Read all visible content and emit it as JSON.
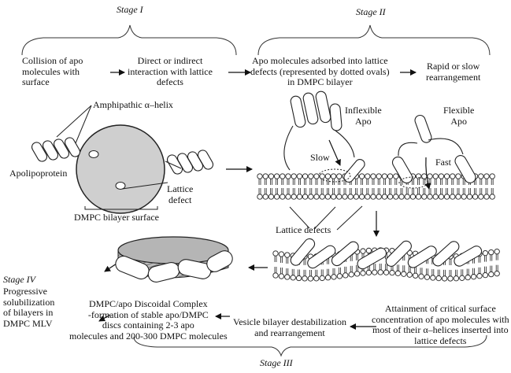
{
  "stages": {
    "stage1": "Stage I",
    "stage2": "Stage II",
    "stage3": "Stage III",
    "stage4": "Stage IV"
  },
  "flow": {
    "collision": [
      "Collision of apo",
      "molecules  with",
      "surface"
    ],
    "interaction": [
      "Direct or indirect",
      "interaction with lattice",
      "defects"
    ],
    "adsorbed": [
      "Apo molecules adsorbed into lattice",
      "defects (represented by dotted ovals)",
      "in DMPC bilayer"
    ],
    "rearrangement": [
      "Rapid or slow",
      "rearrangement"
    ]
  },
  "labels": {
    "amphipathic": "Amphipathic α–helix",
    "apolipoprotein": "Apolipoprotein",
    "lattice_defect": [
      "Lattice",
      "defect"
    ],
    "dmpc_surface": "DMPC  bilayer surface",
    "inflexible": [
      "Inflexible",
      "Apo"
    ],
    "flexible": [
      "Flexible",
      "Apo"
    ],
    "slow": "Slow",
    "fast": "Fast",
    "lattice_defects": "Lattice defects"
  },
  "stage3_text": {
    "critical": [
      "Attainment of critical surface",
      "concentration of apo molecules with",
      "most of their α–helices inserted into",
      "lattice defects"
    ],
    "destabilization": [
      "Vesicle bilayer destabilization",
      "and rearrangement"
    ],
    "discoidal": [
      "DMPC/apo Discoidal Complex",
      "-formation of stable apo/DMPC",
      "discs containing 2-3 apo",
      "molecules and 200-300 DMPC molecules"
    ]
  },
  "stage4_text": [
    "Progressive",
    "solubilization",
    "of bilayers in",
    "DMPC MLV"
  ]
}
